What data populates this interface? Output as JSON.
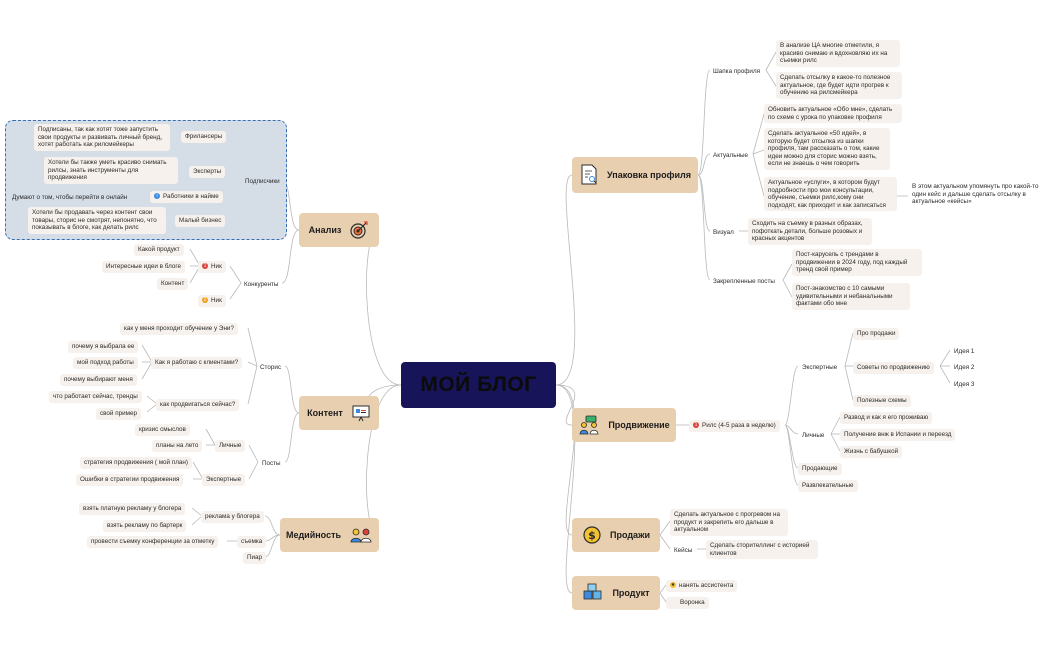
{
  "center": {
    "title": "МОЙ БЛОГ"
  },
  "branches": {
    "analysis": {
      "label": "Анализ",
      "icon": "target-icon"
    },
    "content": {
      "label": "Контент",
      "icon": "presentation-icon"
    },
    "media": {
      "label": "Медийность",
      "icon": "people-icon"
    },
    "profile": {
      "label": "Упаковка профиля",
      "icon": "document-search-icon"
    },
    "promo": {
      "label": "Продвижение",
      "icon": "chat-people-icon"
    },
    "sales": {
      "label": "Продажи",
      "icon": "dollar-coin-icon"
    },
    "product": {
      "label": "Продукт",
      "icon": "boxes-icon"
    }
  },
  "analysis": {
    "subscribers": "Подписчики",
    "freelancers": "Фрилансеры",
    "freelancers_note": "Подписаны, так как хотят тоже запустить свои продукты и развивать личный бренд, хотят работать как рилсмейкеры",
    "experts": "Эксперты",
    "experts_note": "Хотели бы также уметь красиво снимать рилсы, знать инструменты для продвижения",
    "employees": "Работники в найме",
    "employees_note": "Думают о том, чтобы перейти в онлайн",
    "small_business": "Малый бизнес",
    "small_business_note": "Хотели бы продавать через контент свои товары, сторис не смотрят, непонятно, что показывать в блоге, как делать рилс",
    "competitors": "Конкуренты",
    "nick1": "Ник",
    "nick2": "Ник",
    "product": "Какой продукт",
    "ideas": "Интересные идеи в блоге",
    "content": "Контент"
  },
  "content": {
    "stories": "Сторис",
    "q1": "как у меня проходит обучение у Эни?",
    "how_work": "Как я работаю с клиентами?",
    "why_me": "почему я выбрала ее",
    "approach": "мой подход работы",
    "why_choose": "почему выбирают меня",
    "how_promote": "как продвигаться сейчас?",
    "trends": "что работает сейчас, тренды",
    "my_example": "свой пример",
    "posts": "Посты",
    "personal": "Личные",
    "crisis": "кризис смыслов",
    "summer": "планы на лето",
    "expert": "Экспертные",
    "strategy": "стратегия продвижения ( мой план)",
    "mistakes": "Ошибки в стратегии продвижения"
  },
  "media": {
    "ads": "реклама у блогера",
    "paid_ad": "взять платную рекламу у блогера",
    "barter": "взять рекламу по бартерк",
    "shooting": "съемка",
    "conference": "провести съемку конференции за отметку",
    "pr": "Пиар"
  },
  "profile": {
    "header": "Шапка профиля",
    "header_note1": "В анализе ЦА многие отметили, я красиво снимаю и вдохновляю их на съемки рилс",
    "header_note2": "Сделать отсылку в какое-то полезное актуальное, где будет идти прогрев к обучению на рилсмейкера",
    "actual": "Актуальные",
    "actual_note1": "Обновить актуальное «Обо мне», сделать по схеме с урока по упаковке профиля",
    "actual_note2": "Сделать актуальное «50 идей», в которую будет отсылка из шапки профиля, там рассказать о том, какие идеи можно для сторис можно взять, если не знаешь о чем говорить",
    "actual_note3": "Актуальное «услуги», в котором будут подробности про мои консультации, обучение, съемки рилс,кому они подходят, как приходит и как записаться",
    "actual_note3b": "В этом актуальном упомянуть про какой-то один кейс и дальше сделать отсылку в актуальное «кейсы»",
    "visual": "Визуал",
    "visual_note": "Сходить на съемку в разных образах, пофоткать детали, больше розовых и красных акцентов",
    "pinned": "Закрепленные посты",
    "pinned_note1": "Пост-карусель с трендами в продвижении в 2024 году, под каждый тренд свой пример",
    "pinned_note2": "Пост-знакомство с 10 самыми удивительными и небанальными фактами обо мне"
  },
  "promo": {
    "reels": "Рилс (4-5 раза в неделю)",
    "expert": "Экспертные",
    "about_sales": "Про продажи",
    "tips": "Советы по продвижению",
    "idea1": "Идея 1",
    "idea2": "Идея 2",
    "idea3": "Идея 3",
    "useful": "Полезные схемы",
    "personal": "Личные",
    "divorce": "Развод и как я его проживаю",
    "vnzh": "Получение внж в Испании и переезд",
    "grandma": "Жизнь с бабушкой",
    "selling": "Продающие",
    "fun": "Развлекательные"
  },
  "sales": {
    "note1": "Сделать актуальное с прогревом на продукт и закрепить его дальше в актуальном",
    "cases": "Кейсы",
    "cases_note": "Сделать сторителлинг с историей клиентов"
  },
  "product": {
    "assistant": "нанять ассистента",
    "funnel": "Воронка"
  },
  "colors": {
    "center_bg": "#17145a",
    "branch_bg": "#e8cfb0",
    "node_bg": "#f6f1ec",
    "line": "#b9b9b9",
    "group_bg": "#d5dde7",
    "group_border": "#3b6fb4",
    "marker_red": "#d9413a",
    "marker_orange": "#f0a020",
    "marker_blue": "#3a8be0",
    "marker_yellow": "#f2c230"
  }
}
